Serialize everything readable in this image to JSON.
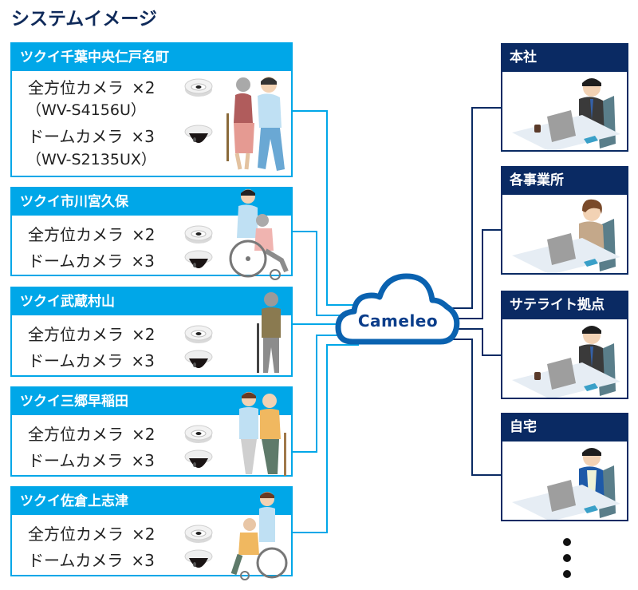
{
  "title": "システムイメージ",
  "colors": {
    "facility_accent": "#00a7e8",
    "office_accent": "#0a2a63",
    "cloud_stroke": "#0a62b0",
    "cloud_text": "#0a3d8a"
  },
  "cloud": {
    "label": "Cameleo",
    "icon": "cloud-icon"
  },
  "facilities": [
    {
      "name": "ツクイ千葉中央仁戸名町",
      "cameras": [
        {
          "type": "全方位カメラ",
          "count": "×2",
          "model": "（WV-S4156U）",
          "icon": "fisheye-camera-icon"
        },
        {
          "type": "ドームカメラ",
          "count": "×3",
          "model": "（WV-S2135UX）",
          "icon": "dome-camera-icon"
        }
      ],
      "illustration": "caregiver-walking-with-elderly-woman"
    },
    {
      "name": "ツクイ市川宮久保",
      "cameras": [
        {
          "type": "全方位カメラ",
          "count": "×2",
          "icon": "fisheye-camera-icon"
        },
        {
          "type": "ドームカメラ",
          "count": "×3",
          "icon": "dome-camera-icon"
        }
      ],
      "illustration": "caregiver-pushing-wheelchair"
    },
    {
      "name": "ツクイ武蔵村山",
      "cameras": [
        {
          "type": "全方位カメラ",
          "count": "×2",
          "icon": "fisheye-camera-icon"
        },
        {
          "type": "ドームカメラ",
          "count": "×3",
          "icon": "dome-camera-icon"
        }
      ],
      "illustration": "elderly-man-with-cane"
    },
    {
      "name": "ツクイ三郷早稲田",
      "cameras": [
        {
          "type": "全方位カメラ",
          "count": "×2",
          "icon": "fisheye-camera-icon"
        },
        {
          "type": "ドームカメラ",
          "count": "×3",
          "icon": "dome-camera-icon"
        }
      ],
      "illustration": "caregiver-supporting-elderly-man"
    },
    {
      "name": "ツクイ佐倉上志津",
      "cameras": [
        {
          "type": "全方位カメラ",
          "count": "×2",
          "icon": "fisheye-camera-icon"
        },
        {
          "type": "ドームカメラ",
          "count": "×3",
          "icon": "dome-camera-icon"
        }
      ],
      "illustration": "caregiver-with-wheelchair-user"
    }
  ],
  "offices": [
    {
      "name": "本社",
      "illustration": "businessman-at-laptop"
    },
    {
      "name": "各事業所",
      "illustration": "woman-at-laptop"
    },
    {
      "name": "サテライト拠点",
      "illustration": "businessman-at-laptop"
    },
    {
      "name": "自宅",
      "illustration": "casual-man-at-laptop"
    }
  ],
  "more_indicator": "⋮"
}
